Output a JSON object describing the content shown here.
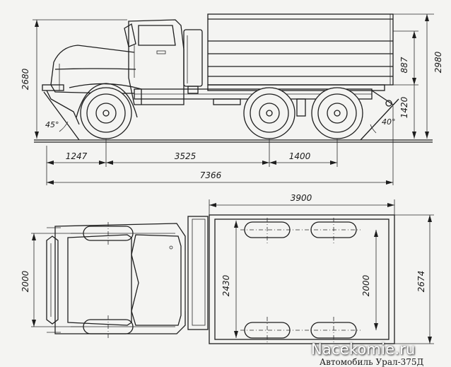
{
  "caption": "Автомобиль   Урал-375Д",
  "watermark": "Nacekomie.ru",
  "side_view": {
    "dims": {
      "overall_height": "2680",
      "body_height_total": "2980",
      "body_side_height": "887",
      "platform_height": "1420",
      "front_overhang": "1247",
      "wheelbase": "3525",
      "rear_axle_spacing": "1400",
      "overall_length": "7366"
    },
    "angles": {
      "approach": "45°",
      "departure": "40°"
    }
  },
  "top_view": {
    "dims": {
      "body_length": "3900",
      "track_width": "2000",
      "body_inner_width": "2430",
      "rear_track": "2000",
      "overall_width": "2674"
    }
  }
}
